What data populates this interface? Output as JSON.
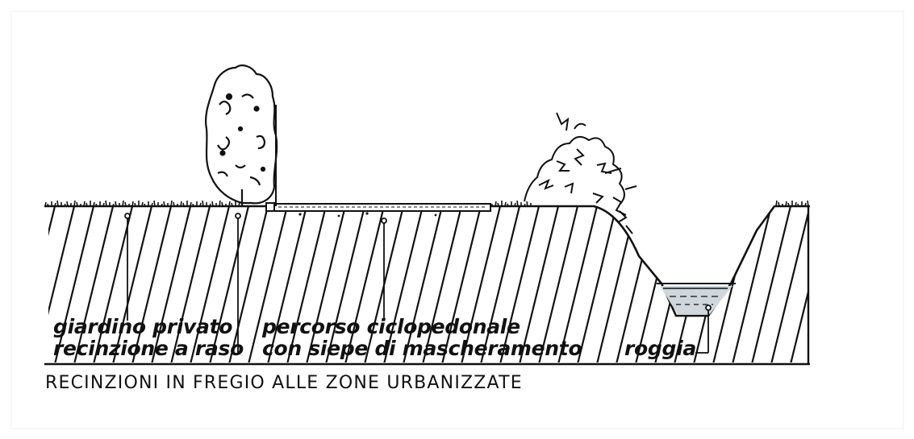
{
  "drawing": {
    "labels": {
      "garden": "giardino privato",
      "fence": "recinzione a raso",
      "path": "percorso ciclopedonale",
      "hedge": "con siepe di mascheramento",
      "ditch": "roggia"
    },
    "caption": "RECINZIONI IN FREGIO ALLE ZONE URBANIZZATE"
  },
  "colors": {
    "ink": "#111111",
    "paper": "#ffffff",
    "water": "#cfd6dc"
  }
}
